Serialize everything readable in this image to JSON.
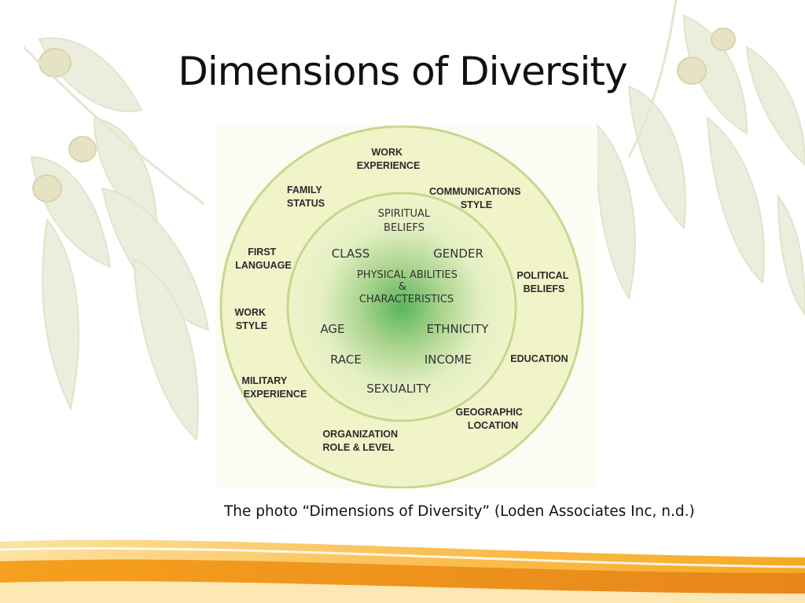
{
  "slide": {
    "title": "Dimensions of Diversity",
    "caption": "The photo “Dimensions of Diversity” (Loden Associates Inc, n.d.)"
  },
  "diagram": {
    "outer_ring": {
      "work_experience": [
        "WORK",
        "EXPERIENCE"
      ],
      "family_status": [
        "FAMILY",
        "STATUS"
      ],
      "communications_style": [
        "COMMUNICATIONS",
        "STYLE"
      ],
      "first_language": [
        "FIRST",
        "LANGUAGE"
      ],
      "political_beliefs": [
        "POLITICAL",
        "BELIEFS"
      ],
      "work_style": [
        "WORK",
        "STYLE"
      ],
      "education": [
        "EDUCATION"
      ],
      "military_experience": [
        "MILITARY",
        "EXPERIENCE"
      ],
      "geographic_location": [
        "GEOGRAPHIC",
        "LOCATION"
      ],
      "organization_role": [
        "ORGANIZATION",
        "ROLE & LEVEL"
      ]
    },
    "inner_circle": {
      "spiritual_beliefs": [
        "SPIRITUAL",
        "BELIEFS"
      ],
      "class": "CLASS",
      "gender": "GENDER",
      "physical_abilities": [
        "PHYSICAL ABILITIES",
        "&",
        "CHARACTERISTICS"
      ],
      "age": "AGE",
      "ethnicity": "ETHNICITY",
      "race": "RACE",
      "income": "INCOME",
      "sexuality": "SEXUALITY"
    },
    "colors": {
      "outer_ring": "#f1f3c9",
      "ring_stroke": "#c5d88f",
      "inner_center": "#4caf50",
      "inner_edge": "#f1f3c9"
    }
  },
  "theme": {
    "swoosh_colors": [
      "#f7a823",
      "#fdd06a",
      "#e88a1a"
    ],
    "leaf_color": "#e9ecd5"
  }
}
